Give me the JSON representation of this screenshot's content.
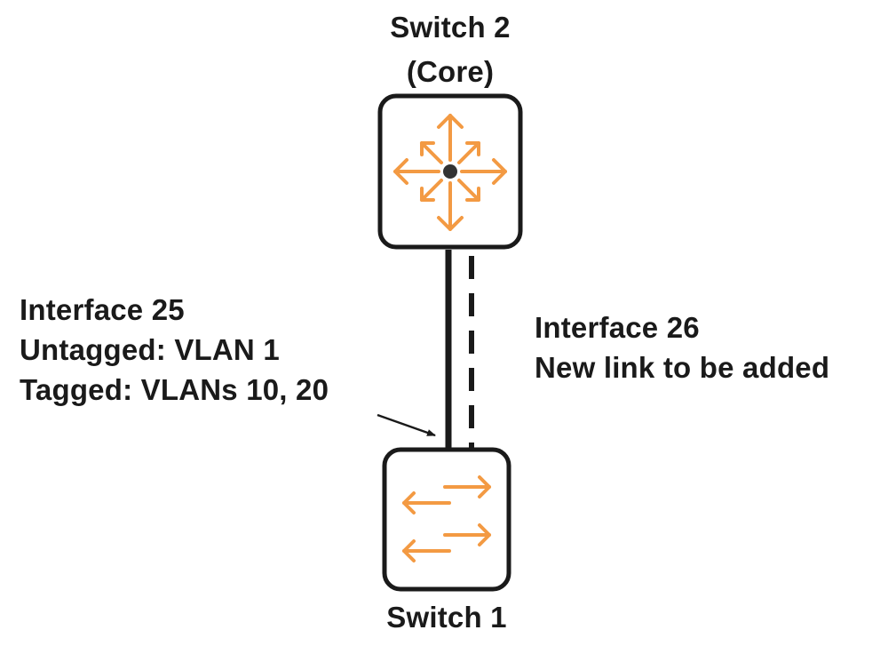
{
  "switch2": {
    "name_line1": "Switch 2",
    "name_line2": "(Core)",
    "icon": "core-switch-arrows-icon"
  },
  "switch1": {
    "name": "Switch 1",
    "icon": "switch-bidirectional-arrows-icon"
  },
  "interface25": {
    "line1": "Interface 25",
    "line2": "Untagged: VLAN 1",
    "line3": "Tagged: VLANs 10, 20"
  },
  "interface26": {
    "line1": "Interface 26",
    "line2": "New link to be added"
  },
  "colors": {
    "icon_orange": "#f39a43",
    "outline": "#1a1a1a",
    "text": "#1a1a1a",
    "hub_dot": "#333333"
  }
}
